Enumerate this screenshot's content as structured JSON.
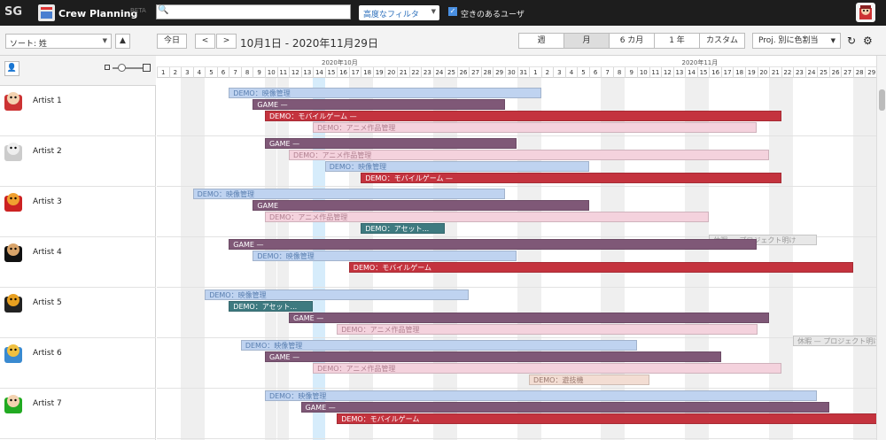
{
  "app": {
    "brand": "SG",
    "title": "Crew Planning",
    "beta_badge": "BETA",
    "search_placeholder": "",
    "advanced_filter_label": "高度なフィルタ",
    "available_users_label": "空きのあるユーザ"
  },
  "toolbar": {
    "sort_label": "ソート: 姓",
    "today_label": "今日",
    "prev_label": "<",
    "next_label": ">",
    "date_range": "10月1日 - 2020年11月29日",
    "views": [
      "週",
      "月",
      "6 カ月",
      "1 年",
      "カスタム"
    ],
    "active_view": "月",
    "color_by_label": "Proj. 別に色割当"
  },
  "timeline": {
    "months": [
      "2020年10月",
      "2020年11月"
    ],
    "oct_days": 31,
    "nov_days": 29,
    "today_day": 14
  },
  "artists": [
    {
      "name": "Artist 1"
    },
    {
      "name": "Artist 2"
    },
    {
      "name": "Artist 3"
    },
    {
      "name": "Artist 4"
    },
    {
      "name": "Artist 5"
    },
    {
      "name": "Artist 6"
    },
    {
      "name": "Artist 7"
    }
  ],
  "colors": {
    "eizo": "#bfd3f0",
    "game": "#7f5877",
    "mobile": "#c4333e",
    "anime": "#f4d2dd",
    "asset": "#3e7a80",
    "rest": "#e8e8e8",
    "yugi": "#f3ddd3"
  },
  "assignments": [
    {
      "artist": 1,
      "label": "DEMO：映像管理",
      "type": "eizo",
      "start": 7,
      "end": 33
    },
    {
      "artist": 1,
      "label": "GAME —",
      "type": "game",
      "start": 9,
      "end": 30
    },
    {
      "artist": 1,
      "label": "DEMO：モバイルゲーム —",
      "type": "mobile",
      "start": 10,
      "end": 53
    },
    {
      "artist": 1,
      "label": "DEMO：アニメ作品管理",
      "type": "anime",
      "start": 14,
      "end": 51
    },
    {
      "artist": 2,
      "label": "GAME —",
      "type": "game",
      "start": 10,
      "end": 31
    },
    {
      "artist": 2,
      "label": "DEMO：アニメ作品管理",
      "type": "anime",
      "start": 12,
      "end": 52
    },
    {
      "artist": 2,
      "label": "DEMO：映像管理",
      "type": "eizo",
      "start": 15,
      "end": 37
    },
    {
      "artist": 2,
      "label": "DEMO：モバイルゲーム —",
      "type": "mobile",
      "start": 18,
      "end": 53
    },
    {
      "artist": 3,
      "label": "DEMO：映像管理",
      "type": "eizo",
      "start": 4,
      "end": 30
    },
    {
      "artist": 3,
      "label": "GAME",
      "type": "game",
      "start": 9,
      "end": 37
    },
    {
      "artist": 3,
      "label": "DEMO：アニメ作品管理",
      "type": "anime",
      "start": 10,
      "end": 47
    },
    {
      "artist": 3,
      "label": "DEMO：アセット...",
      "type": "asset",
      "start": 18,
      "end": 25
    },
    {
      "artist": 3,
      "label": "休暇 — プロジェクト明け",
      "type": "rest",
      "start": 47,
      "end": 56
    },
    {
      "artist": 4,
      "label": "GAME —",
      "type": "game",
      "start": 7,
      "end": 51
    },
    {
      "artist": 4,
      "label": "DEMO：映像管理",
      "type": "eizo",
      "start": 9,
      "end": 31
    },
    {
      "artist": 4,
      "label": "DEMO：モバイルゲーム",
      "type": "mobile",
      "start": 17,
      "end": 59
    },
    {
      "artist": 5,
      "label": "DEMO：映像管理",
      "type": "eizo",
      "start": 5,
      "end": 27
    },
    {
      "artist": 5,
      "label": "DEMO：アセット...",
      "type": "asset",
      "start": 7,
      "end": 14
    },
    {
      "artist": 5,
      "label": "GAME —",
      "type": "game",
      "start": 12,
      "end": 52
    },
    {
      "artist": 5,
      "label": "DEMO：アニメ作品管理",
      "type": "anime",
      "start": 16,
      "end": 51
    },
    {
      "artist": 5,
      "label": "休暇 — プロジェクト明け",
      "type": "rest",
      "start": 54,
      "end": 62
    },
    {
      "artist": 6,
      "label": "DEMO：映像管理",
      "type": "eizo",
      "start": 8,
      "end": 41
    },
    {
      "artist": 6,
      "label": "GAME —",
      "type": "game",
      "start": 10,
      "end": 48
    },
    {
      "artist": 6,
      "label": "DEMO：アニメ作品管理",
      "type": "anime",
      "start": 14,
      "end": 53
    },
    {
      "artist": 6,
      "label": "DEMO：遊技機",
      "type": "yugi",
      "start": 32,
      "end": 42
    },
    {
      "artist": 7,
      "label": "DEMO：映像管理",
      "type": "eizo",
      "start": 10,
      "end": 56
    },
    {
      "artist": 7,
      "label": "GAME —",
      "type": "game",
      "start": 13,
      "end": 57
    },
    {
      "artist": 7,
      "label": "DEMO：モバイルゲーム",
      "type": "mobile",
      "start": 16,
      "end": 62
    }
  ]
}
